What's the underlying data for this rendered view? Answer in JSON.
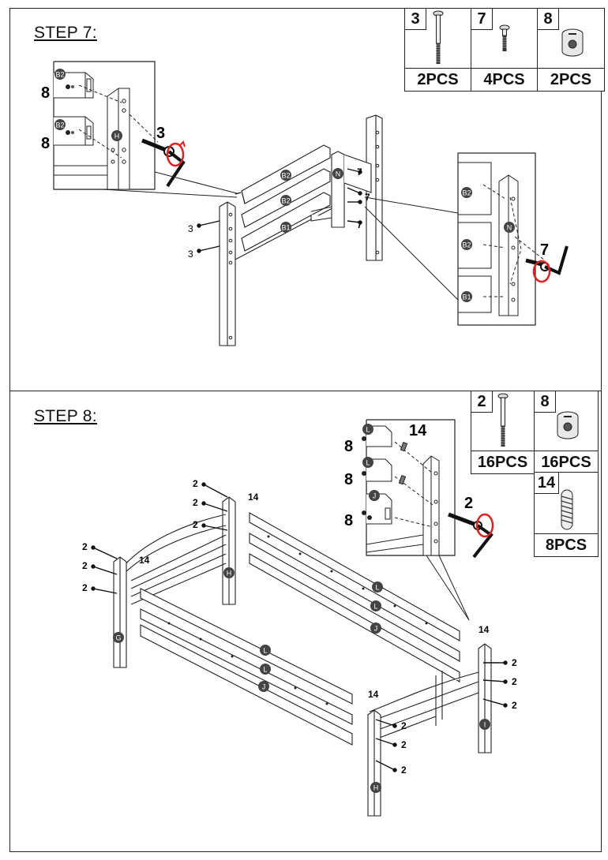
{
  "step7": {
    "title": "STEP 7:",
    "parts": [
      {
        "num": "3",
        "qty": "2PCS",
        "icon": "long-bolt-icon"
      },
      {
        "num": "7",
        "qty": "4PCS",
        "icon": "short-bolt-icon"
      },
      {
        "num": "8",
        "qty": "2PCS",
        "icon": "barrel-nut-icon"
      }
    ],
    "callouts": {
      "eight": "8",
      "three": "3",
      "seven": "7"
    },
    "panel_labels": [
      "B2",
      "B2",
      "B1",
      "N",
      "H"
    ]
  },
  "step8": {
    "title": "STEP 8:",
    "parts": [
      {
        "num": "2",
        "qty": "16PCS",
        "icon": "long-bolt-icon"
      },
      {
        "num": "8",
        "qty": "16PCS",
        "icon": "barrel-nut-icon"
      },
      {
        "num": "14",
        "qty": "8PCS",
        "icon": "dowel-icon"
      }
    ],
    "callouts": {
      "eight": "8",
      "two": "2",
      "fourteen": "14"
    },
    "panel_labels": [
      "L",
      "L",
      "J",
      "G",
      "H",
      "I"
    ]
  }
}
